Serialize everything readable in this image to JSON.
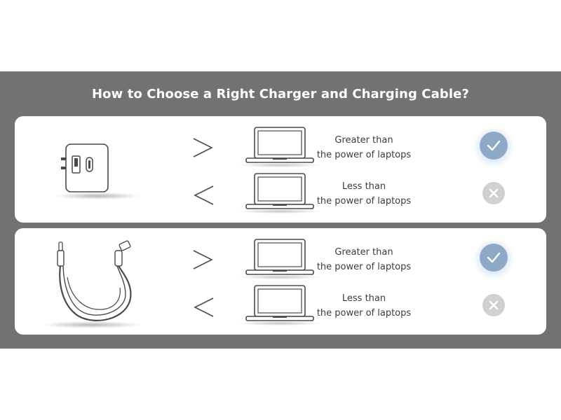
{
  "title": "How to Choose a Right Charger and Charging Cable?",
  "sections": [
    {
      "rows": [
        {
          "line1": "Greater than",
          "line2": "the power of laptops",
          "status": "check"
        },
        {
          "line1": "Less than",
          "line2": "the power of laptops",
          "status": "cross"
        }
      ]
    },
    {
      "rows": [
        {
          "line1": "Greater than",
          "line2": "the power of laptops",
          "status": "check"
        },
        {
          "line1": "Less than",
          "line2": "the power of laptops",
          "status": "cross"
        }
      ]
    }
  ],
  "colors": {
    "band": "#727272",
    "check_fill": "#8ea9c6",
    "check_glow": "#d8e6f4",
    "cross_fill": "#d0d0d0",
    "line": "#4a4a4a"
  }
}
